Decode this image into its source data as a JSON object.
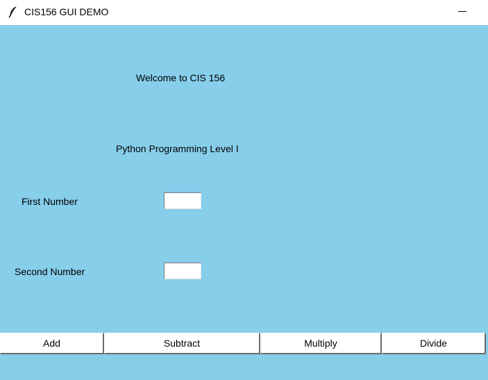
{
  "window": {
    "title": "CIS156 GUI DEMO",
    "background_color": "#87ceeb",
    "icon": "feather-icon"
  },
  "labels": {
    "welcome": "Welcome to CIS 156",
    "subtitle": "Python Programming Level I",
    "first_number": "First Number",
    "second_number": "Second Number"
  },
  "inputs": {
    "first_number_value": "",
    "second_number_value": ""
  },
  "buttons": {
    "add": "Add",
    "subtract": "Subtract",
    "multiply": "Multiply",
    "divide": "Divide"
  }
}
